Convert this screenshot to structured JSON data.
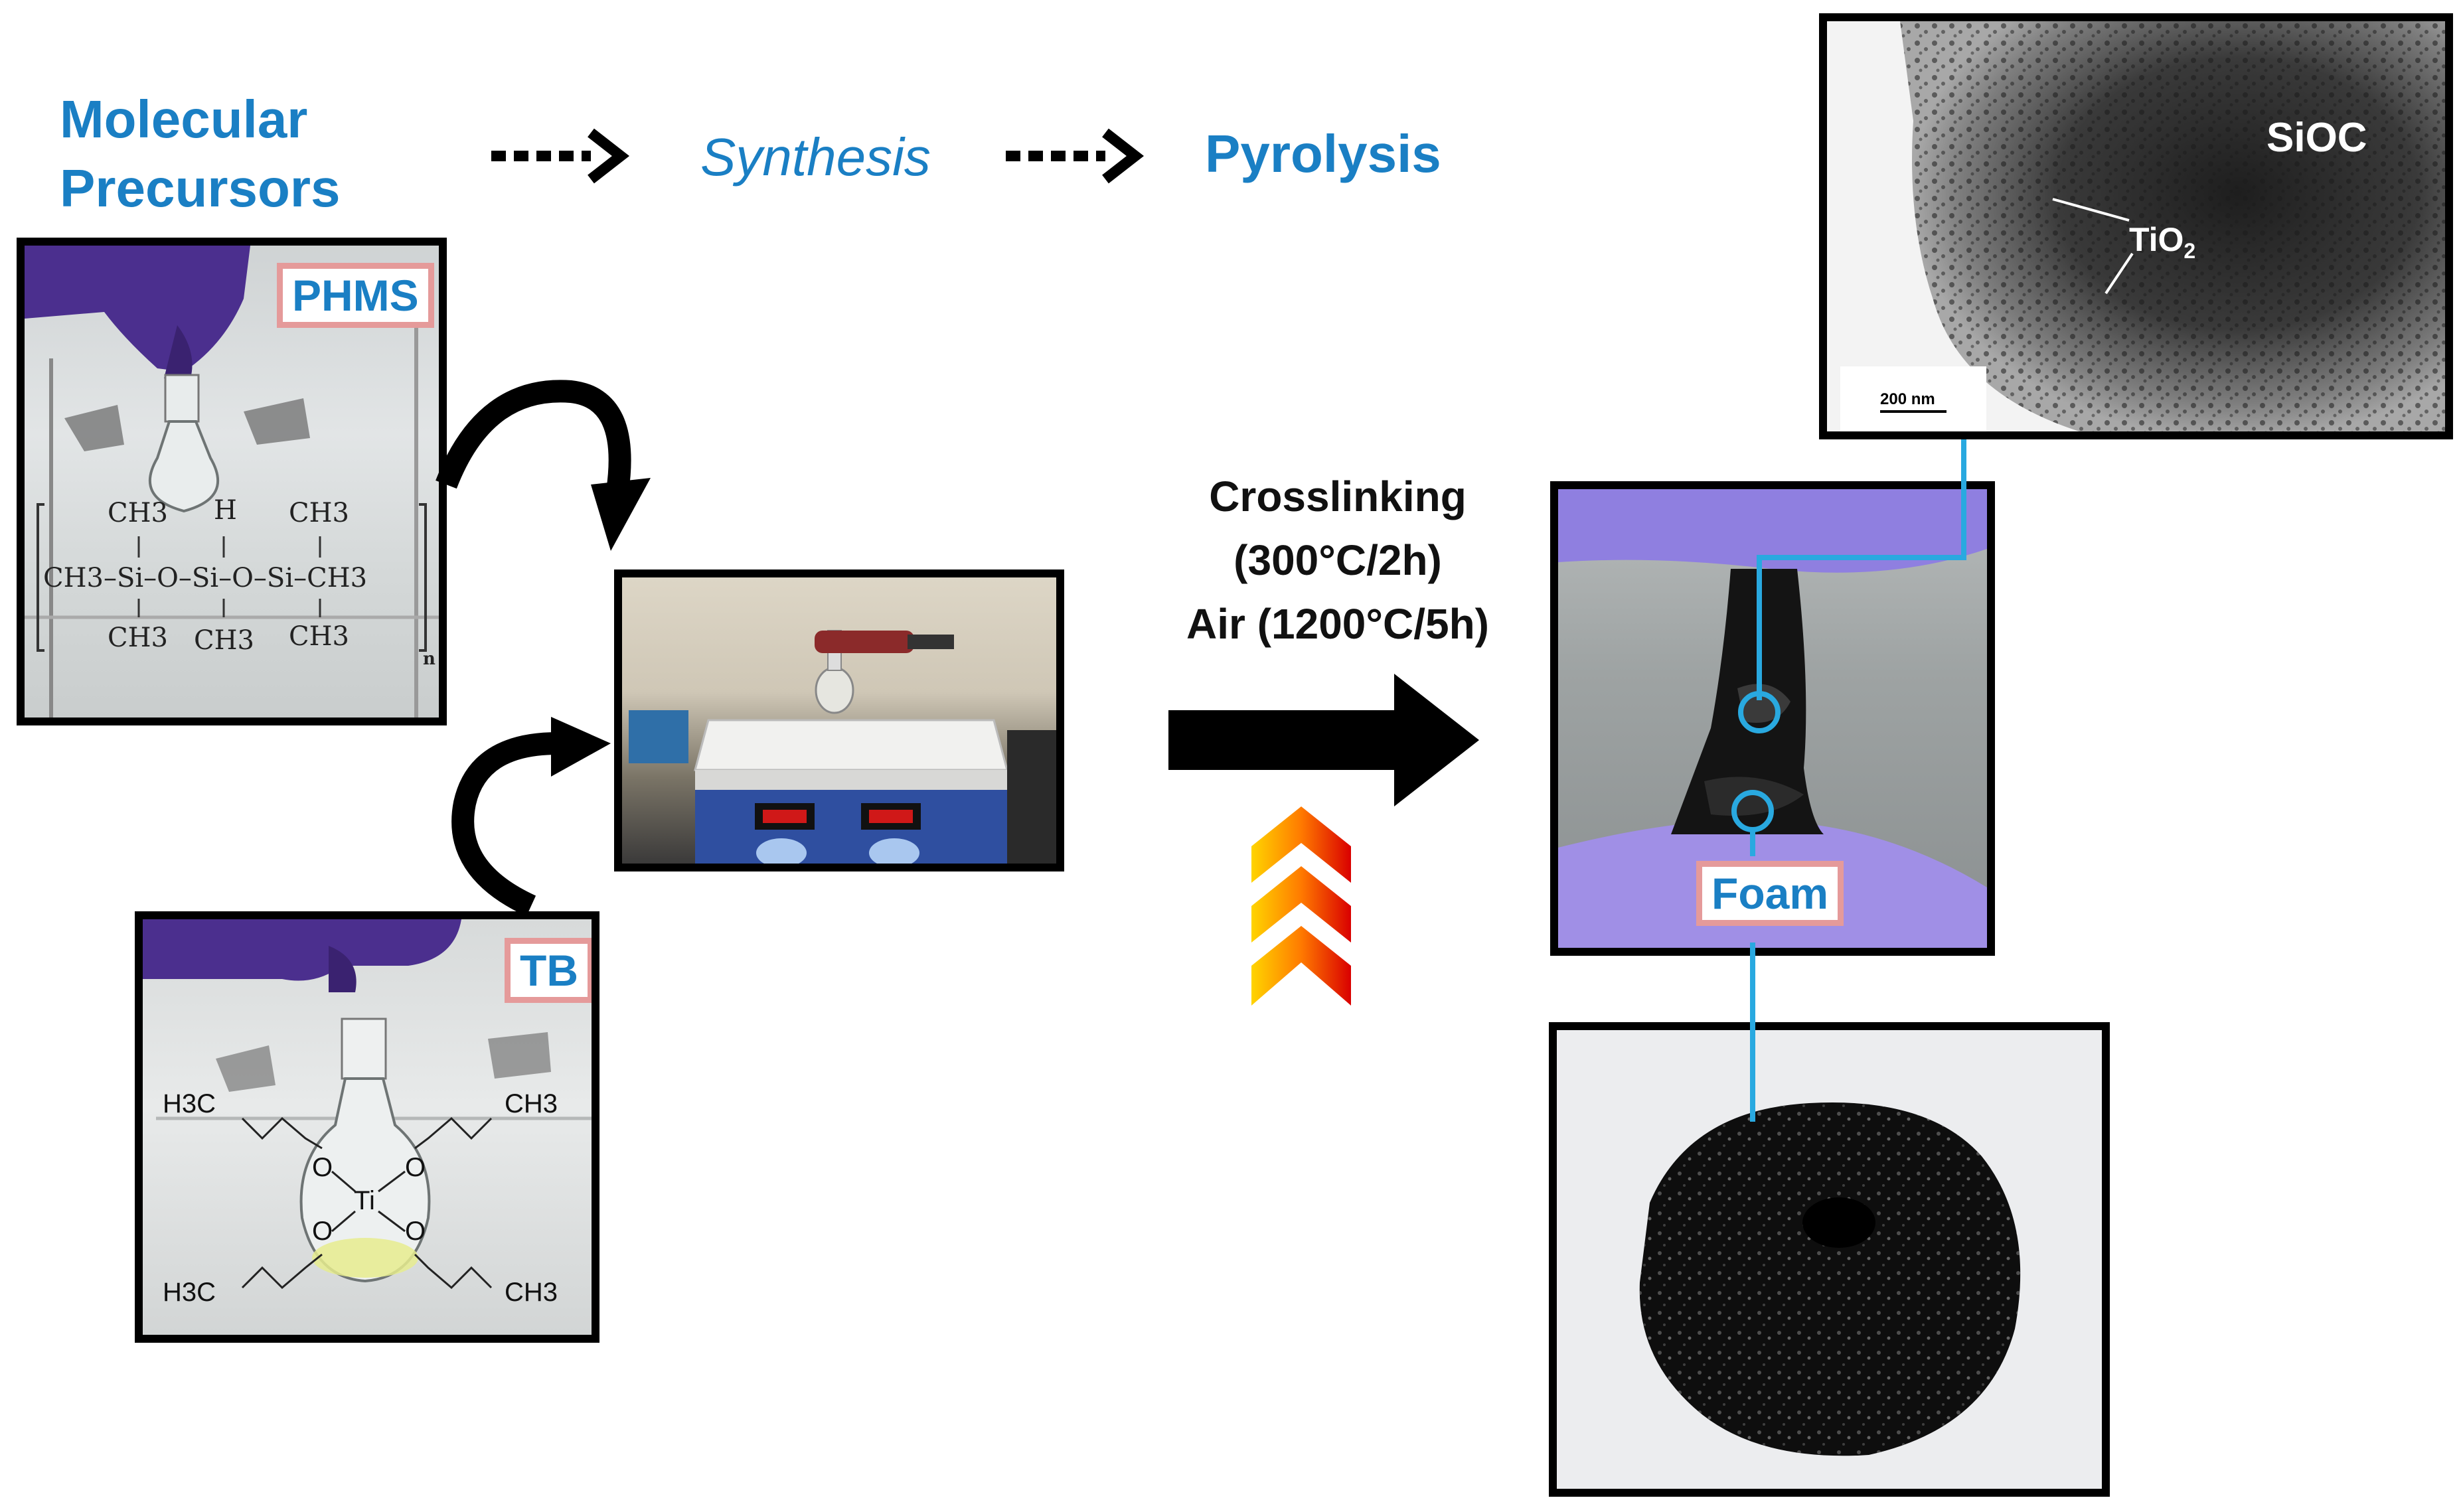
{
  "steps": {
    "molecular_precursors_line1": "Molecular",
    "molecular_precursors_line2": "Precursors",
    "synthesis": "Synthesis",
    "pyrolysis": "Pyrolysis"
  },
  "conditions": {
    "line1": "Crosslinking",
    "line2": "(300°C/2h)",
    "line3": "Air (1200°C/5h)"
  },
  "labels": {
    "phms": "PHMS",
    "tb": "TB",
    "foam": "Foam",
    "sioc": "SiOC",
    "tio2": "TiO",
    "tio2_sub": "2",
    "scale_bar": "200 nm"
  },
  "phms_formula": {
    "top_ch3_left": "CH3",
    "top_h": "H",
    "top_ch3_right": "CH3",
    "chain": "CH3–Si–O–Si–O–Si–CH3",
    "bottom_ch3_left": "CH3",
    "bottom_ch3_mid": "CH3",
    "bottom_ch3_right": "CH3",
    "subscript_n": "n"
  },
  "tb_formula": {
    "h3c_top": "H3C",
    "ch3_top": "CH3",
    "o_left_top": "O",
    "o_right_top": "O",
    "ti": "Ti",
    "o_left_bottom": "O",
    "o_right_bottom": "O",
    "h3c_bottom": "H3C",
    "ch3_bottom": "CH3"
  },
  "colors": {
    "accent_blue": "#1a7fc4",
    "callout_line": "#29a9e0",
    "tag_border": "#e59a9a",
    "glove_purple": "#5a3a9e",
    "heat_gradient": [
      "#ffd400",
      "#ff7a00",
      "#d90000"
    ]
  }
}
